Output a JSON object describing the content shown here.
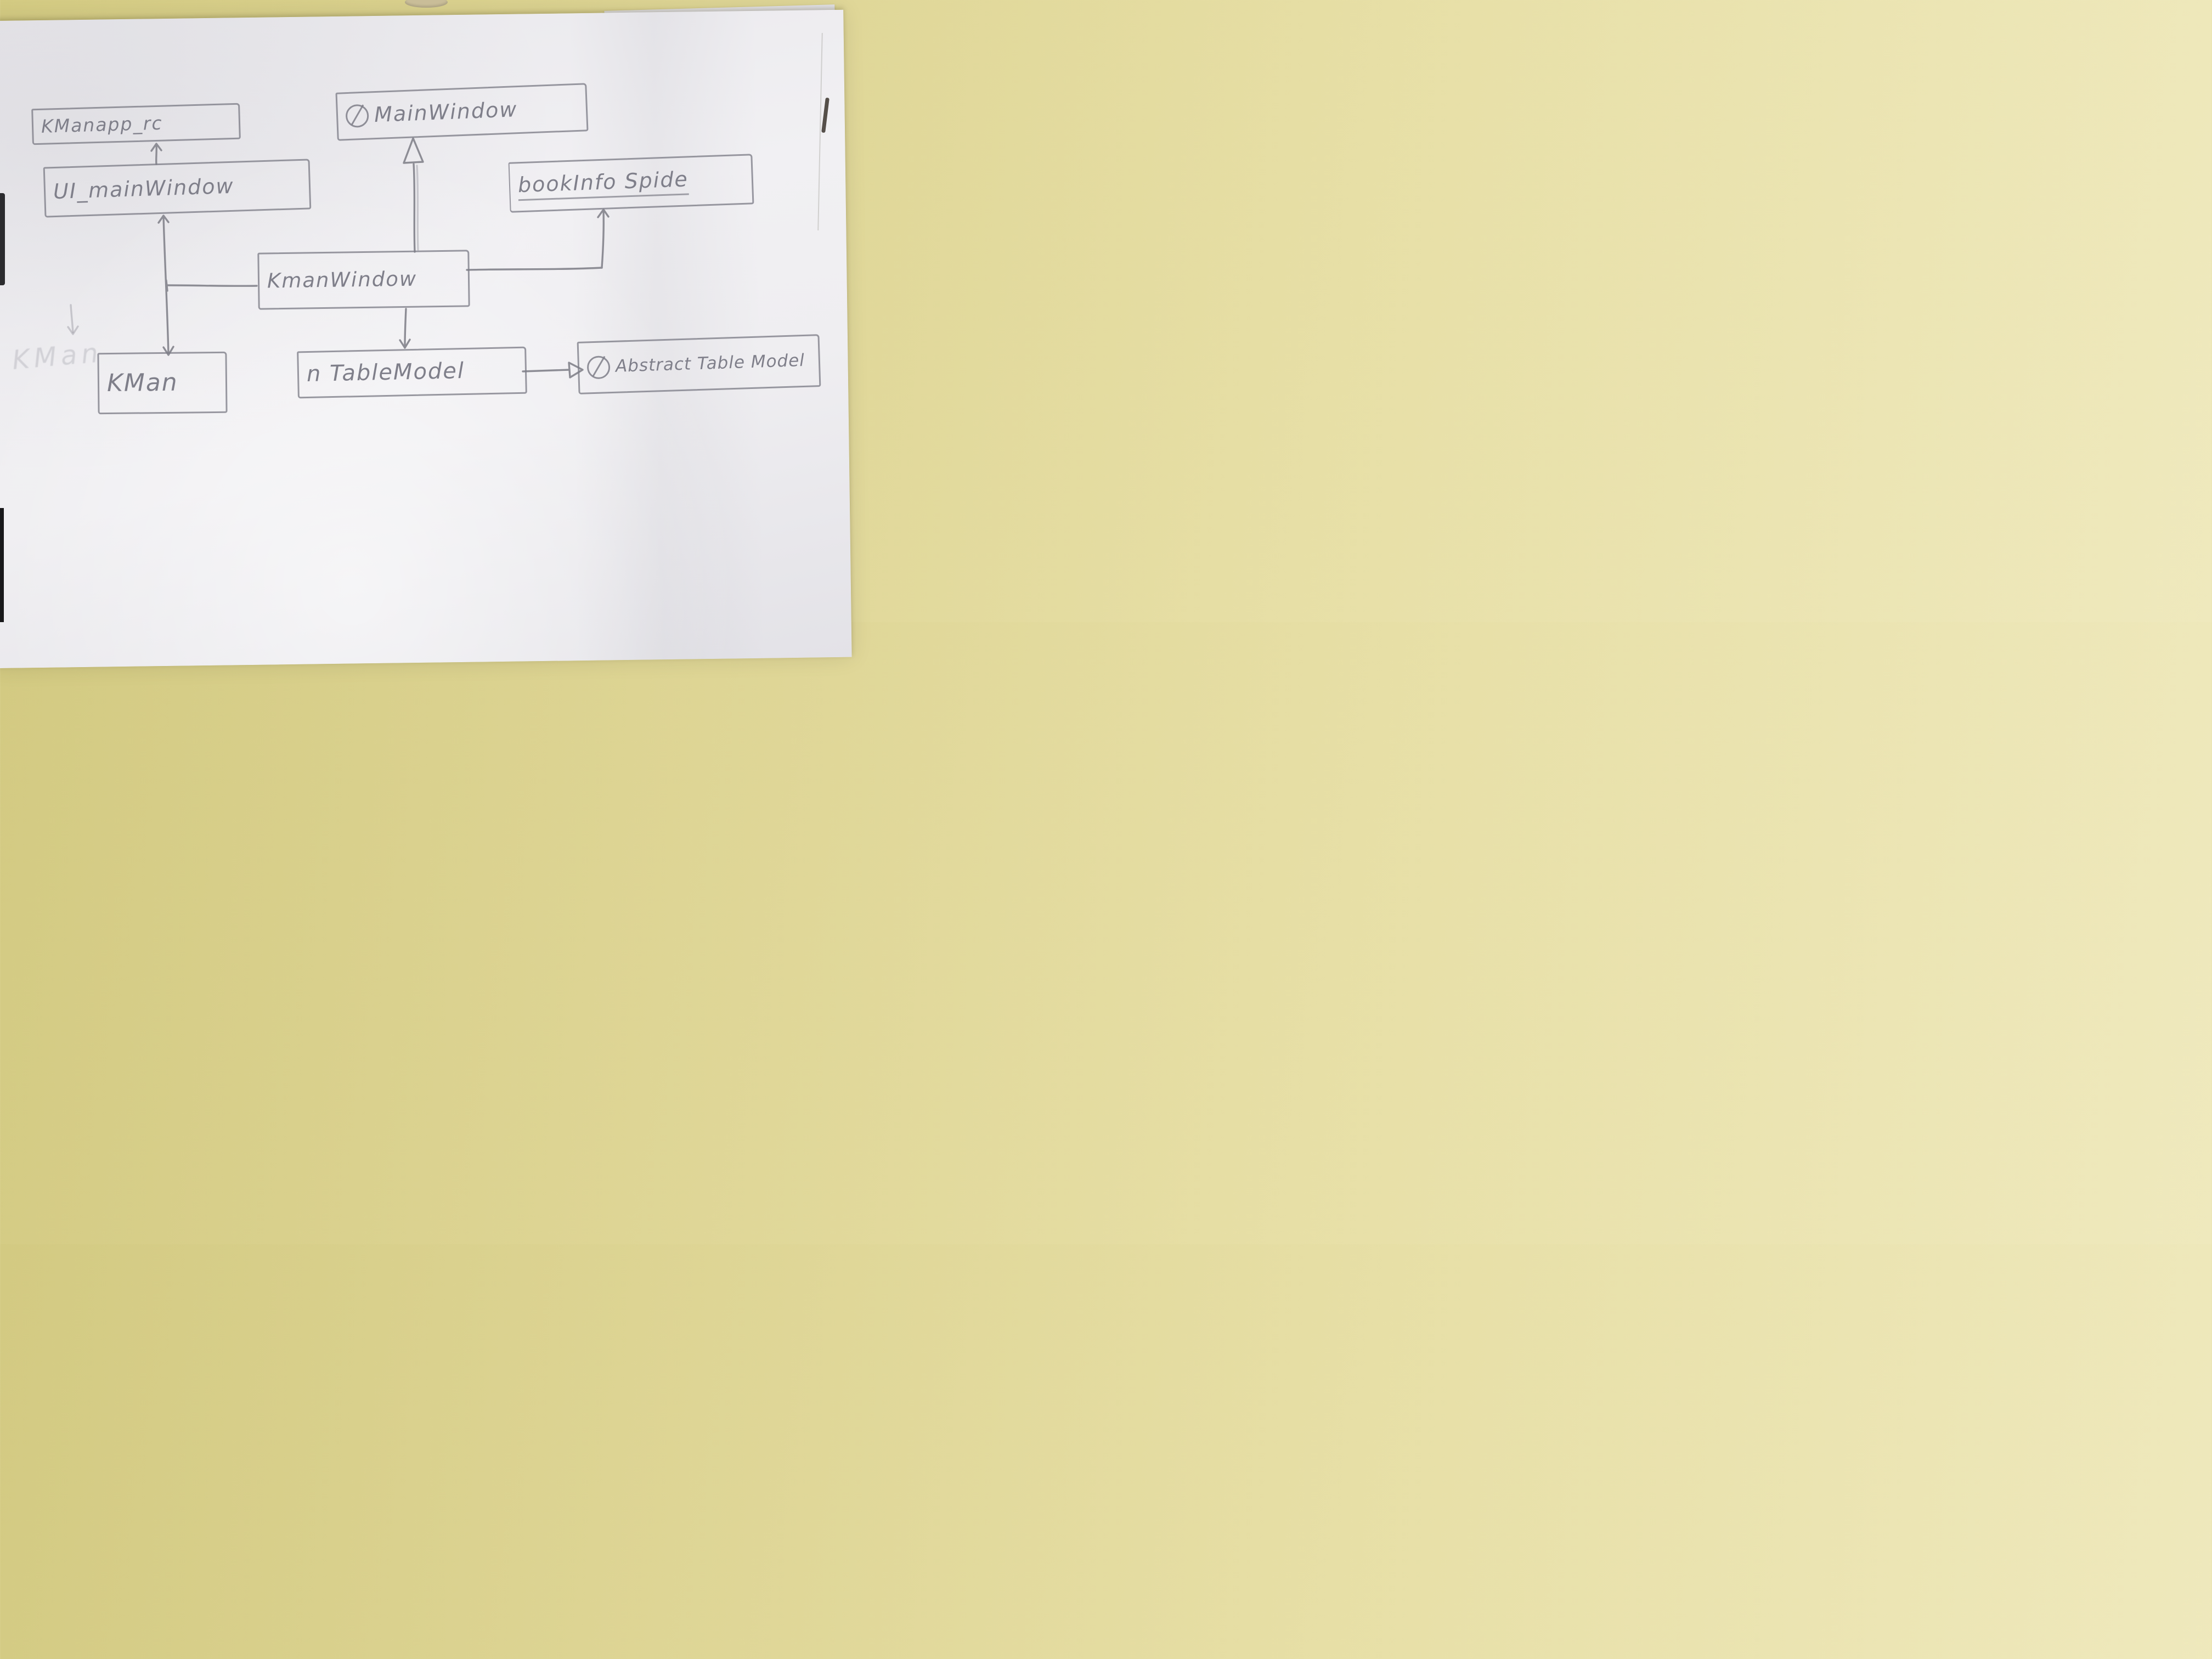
{
  "scene": {
    "background_color": "#ddd493",
    "paper_color": "#f1f0f3",
    "pencil_color": "#82828c",
    "description": "Hand-drawn pencil class diagram sketched on a sheet of paper"
  },
  "diagram": {
    "nodes": {
      "kmanapp_rc": {
        "label": "KManapp_rc"
      },
      "ui_mainwindow": {
        "label": "UI_mainWindow"
      },
      "qmainwindow": {
        "icon": "q-circle-icon",
        "label": "MainWindow"
      },
      "bookinfospide": {
        "label": "bookInfo Spide"
      },
      "kmanwindow": {
        "label": "KmanWindow"
      },
      "kman": {
        "label": "KMan"
      },
      "ntablemodel": {
        "label": "n TableModel"
      },
      "qabstracttablemodel": {
        "icon": "q-circle-icon",
        "label": "Abstract Table Model"
      }
    },
    "ghost_label": "KMan",
    "edges": [
      {
        "from": "UI_mainWindow",
        "to": "KManapp_rc",
        "style": "arrow-up"
      },
      {
        "from": "KmanWindow",
        "to": "QMainWindow",
        "style": "open-triangle-inheritance"
      },
      {
        "from": "KmanWindow",
        "to": "bookInfo Spide",
        "style": "arrow-up"
      },
      {
        "from": "KmanWindow",
        "to": "UI_mainWindow",
        "style": "arrow-up"
      },
      {
        "from": "KmanWindow",
        "to": "KMan",
        "style": "arrow-down"
      },
      {
        "from": "KmanWindow",
        "to": "n TableModel",
        "style": "arrow-down"
      },
      {
        "from": "n TableModel",
        "to": "Abstract Table Model",
        "style": "open-triangle-inheritance"
      }
    ]
  }
}
